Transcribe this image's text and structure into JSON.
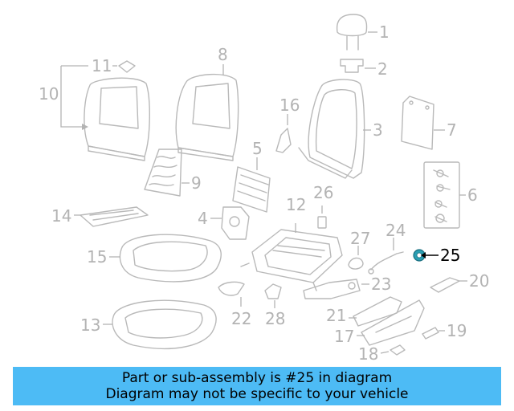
{
  "callouts": {
    "c1": "1",
    "c2": "2",
    "c3": "3",
    "c4": "4",
    "c5": "5",
    "c6": "6",
    "c7": "7",
    "c8": "8",
    "c9": "9",
    "c10": "10",
    "c11": "11",
    "c12": "12",
    "c13": "13",
    "c14": "14",
    "c15": "15",
    "c16": "16",
    "c17": "17",
    "c18": "18",
    "c19": "19",
    "c20": "20",
    "c21": "21",
    "c22": "22",
    "c23": "23",
    "c24": "24",
    "c25": "25",
    "c26": "26",
    "c27": "27",
    "c28": "28"
  },
  "highlighted_part": "25",
  "highlight_color": "#2a9fb3",
  "banner": {
    "line1": "Part or sub-assembly is #25 in diagram",
    "line2": "Diagram may not be specific to your vehicle",
    "color": "#4dbbf5"
  }
}
